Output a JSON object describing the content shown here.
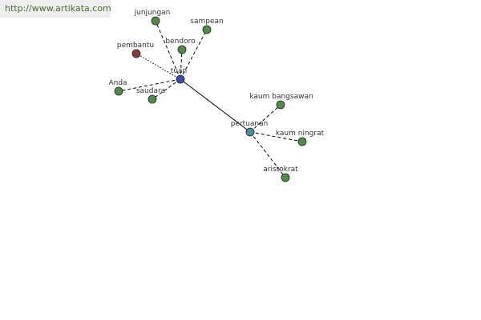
{
  "watermark": {
    "text": "http://www.artikata.com"
  },
  "graph": {
    "center": {
      "label": "tuan",
      "color": "#3a4aa8"
    },
    "hub": {
      "label": "pertuanan",
      "color": "#4a8a9a"
    },
    "nodes": [
      {
        "id": "junjungan",
        "label": "junjungan",
        "color": "#4e8c48"
      },
      {
        "id": "sampean",
        "label": "sampean",
        "color": "#4e8c48"
      },
      {
        "id": "bendoro",
        "label": "bendoro",
        "color": "#4e8c48"
      },
      {
        "id": "pembantu",
        "label": "pembantu",
        "color": "#8a3a3a"
      },
      {
        "id": "anda",
        "label": "Anda",
        "color": "#4e8c48"
      },
      {
        "id": "saudara",
        "label": "saudara",
        "color": "#4e8c48"
      },
      {
        "id": "kaum-bangsawan",
        "label": "kaum bangsawan",
        "color": "#4e8c48"
      },
      {
        "id": "kaum-ningrat",
        "label": "kaum ningrat",
        "color": "#4e8c48"
      },
      {
        "id": "aristokrat",
        "label": "aristokrat",
        "color": "#4e8c48"
      }
    ]
  }
}
